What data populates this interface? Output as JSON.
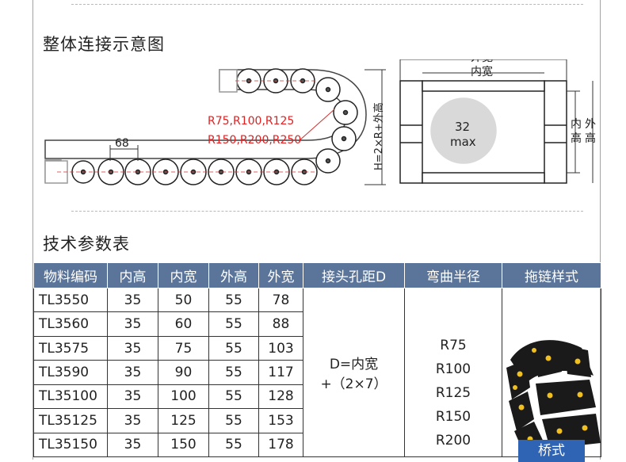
{
  "section1": {
    "title": "整体连接示意图"
  },
  "diagram": {
    "pitch_label": "68",
    "radius_line1": "R75,R100,R125",
    "radius_line2": "R150,R200,R250",
    "height_formula": "H=2×R+外高",
    "outer_width_label": "外宽",
    "inner_width_label": "内宽",
    "inner_height_label_1": "内",
    "inner_height_label_2": "高",
    "outer_height_label_1": "外",
    "outer_height_label_2": "高",
    "circle_value": "32",
    "circle_unit": "max",
    "colors": {
      "radius_text": "#e02020",
      "circle_fill": "#d9d9d9",
      "line": "#333333"
    }
  },
  "section2": {
    "title": "技术参数表"
  },
  "table": {
    "headers": [
      "物料编码",
      "内高",
      "内宽",
      "外高",
      "外宽",
      "接头孔距D",
      "弯曲半径",
      "拖链样式"
    ],
    "rows": [
      [
        "TL3550",
        "35",
        "50",
        "55",
        "78"
      ],
      [
        "TL3560",
        "35",
        "60",
        "55",
        "88"
      ],
      [
        "TL3575",
        "35",
        "75",
        "55",
        "103"
      ],
      [
        "TL3590",
        "35",
        "90",
        "55",
        "117"
      ],
      [
        "TL35100",
        "35",
        "100",
        "55",
        "128"
      ],
      [
        "TL35125",
        "35",
        "125",
        "55",
        "153"
      ],
      [
        "TL35150",
        "35",
        "150",
        "55",
        "178"
      ]
    ],
    "hole_distance": "D=内宽+（2×7）",
    "radii": [
      "R75",
      "R100",
      "R125",
      "R150",
      "R200"
    ],
    "chain_style_badge": "桥式",
    "colors": {
      "header_bg": "#5b7499",
      "badge_bg": "#2f64b5",
      "chain_pin": "#f0c020"
    }
  }
}
